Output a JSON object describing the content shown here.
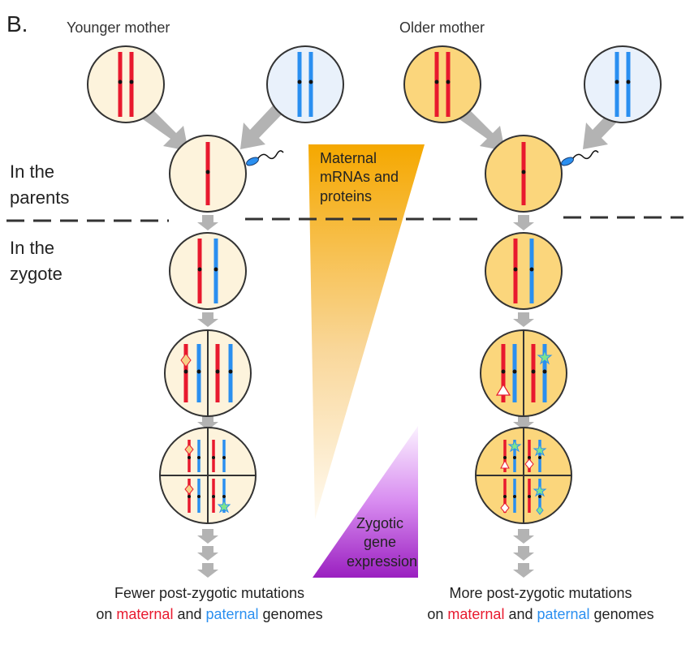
{
  "panel_label": "B.",
  "columns": {
    "left_title": "Younger mother",
    "right_title": "Older mother"
  },
  "stages": {
    "parents_line1": "In the",
    "parents_line2": "parents",
    "zygote_line1": "In the",
    "zygote_line2": "zygote"
  },
  "maternal_wedge": {
    "line1": "Maternal",
    "line2": "mRNAs and",
    "line3": "proteins"
  },
  "zygotic_wedge": {
    "line1": "Zygotic",
    "line2": "gene",
    "line3": "expression"
  },
  "left_outcome": {
    "line1": "Fewer post-zygotic mutations",
    "prefix": "on ",
    "maternal": "maternal",
    "middle": " and ",
    "paternal": "paternal",
    "suffix": " genomes"
  },
  "right_outcome": {
    "line1": "More post-zygotic mutations",
    "prefix": "on ",
    "maternal": "maternal",
    "middle": " and ",
    "paternal": "paternal",
    "suffix": " genomes"
  },
  "colors": {
    "maternal_chromosome": "#e8192e",
    "paternal_chromosome": "#2a8ff0",
    "young_cell_fill": "#fdf3dc",
    "old_cell_fill": "#fbd67c",
    "sperm_cell_fill": "#e9f1fb",
    "arrow": "#b3b3b3",
    "maternal_wedge": "#f5a800",
    "zygotic_wedge": "#9a1fc0",
    "mutation_marker_young": "#f6cf86",
    "mutation_marker_green": "#7fe58a"
  }
}
